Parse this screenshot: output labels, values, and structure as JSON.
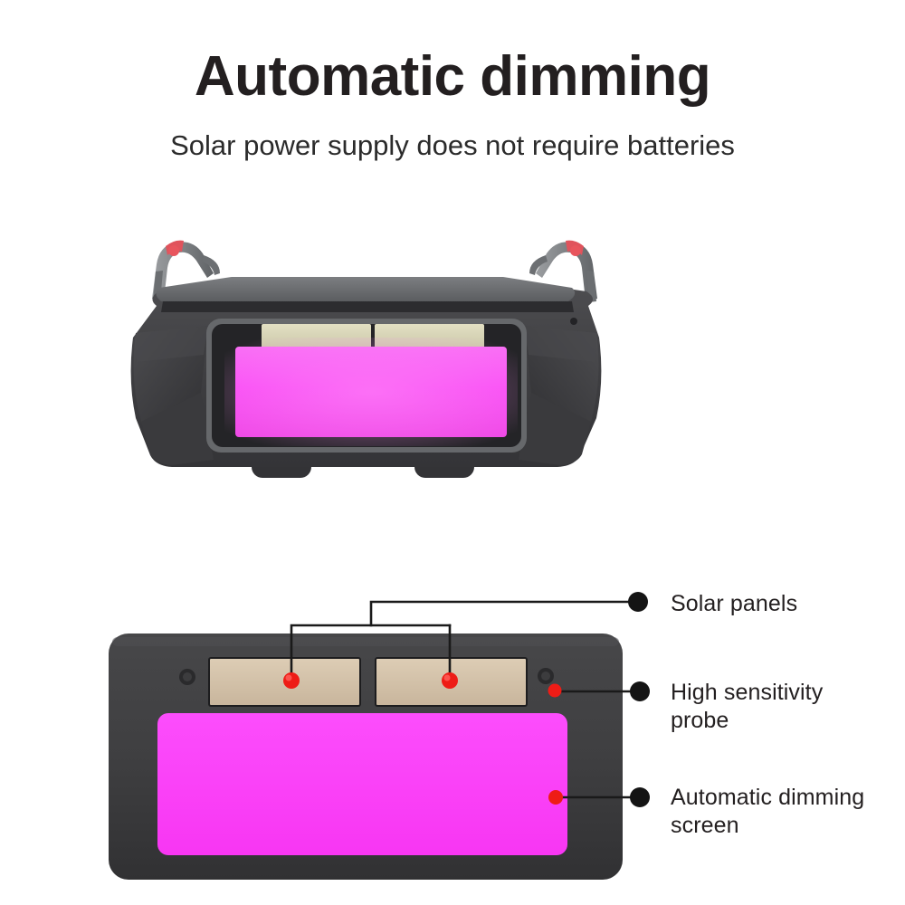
{
  "header": {
    "title": "Automatic dimming",
    "subtitle": "Solar power supply does not require batteries"
  },
  "product": {
    "top_view": {
      "name": "welding goggles angled view",
      "icon": "goggles-icon"
    },
    "bottom_view": {
      "name": "welding lens front view",
      "icon": "lens-panel-icon"
    }
  },
  "callouts": [
    {
      "id": "solar-panels",
      "label": "Solar panels",
      "marker": "red-dot",
      "targets": 2
    },
    {
      "id": "high-sensitivity-probe",
      "label": "High sensitivity\nprobe",
      "marker": "red-dot",
      "targets": 1
    },
    {
      "id": "automatic-dimming-screen",
      "label": "Automatic dimming\nscreen",
      "marker": "red-dot",
      "targets": 1
    }
  ],
  "colors": {
    "background": "#ffffff",
    "text": "#231f20",
    "body_dark": "#3f3f42",
    "body_dark_2": "#343437",
    "body_mid": "#4b4b4e",
    "rim_gray": "#6f7173",
    "solar_panel_top": "#d8d5b8",
    "solar_panel_bottom": "#d3c0a8",
    "screen_magenta": "#fb3dfb",
    "screen_magenta_soft": "#f45ef0",
    "marker_red": "#ee1c16",
    "callout_line": "#1a1a1a",
    "arm_gray": "#8d9093",
    "arm_tip_red": "#e8555d"
  }
}
